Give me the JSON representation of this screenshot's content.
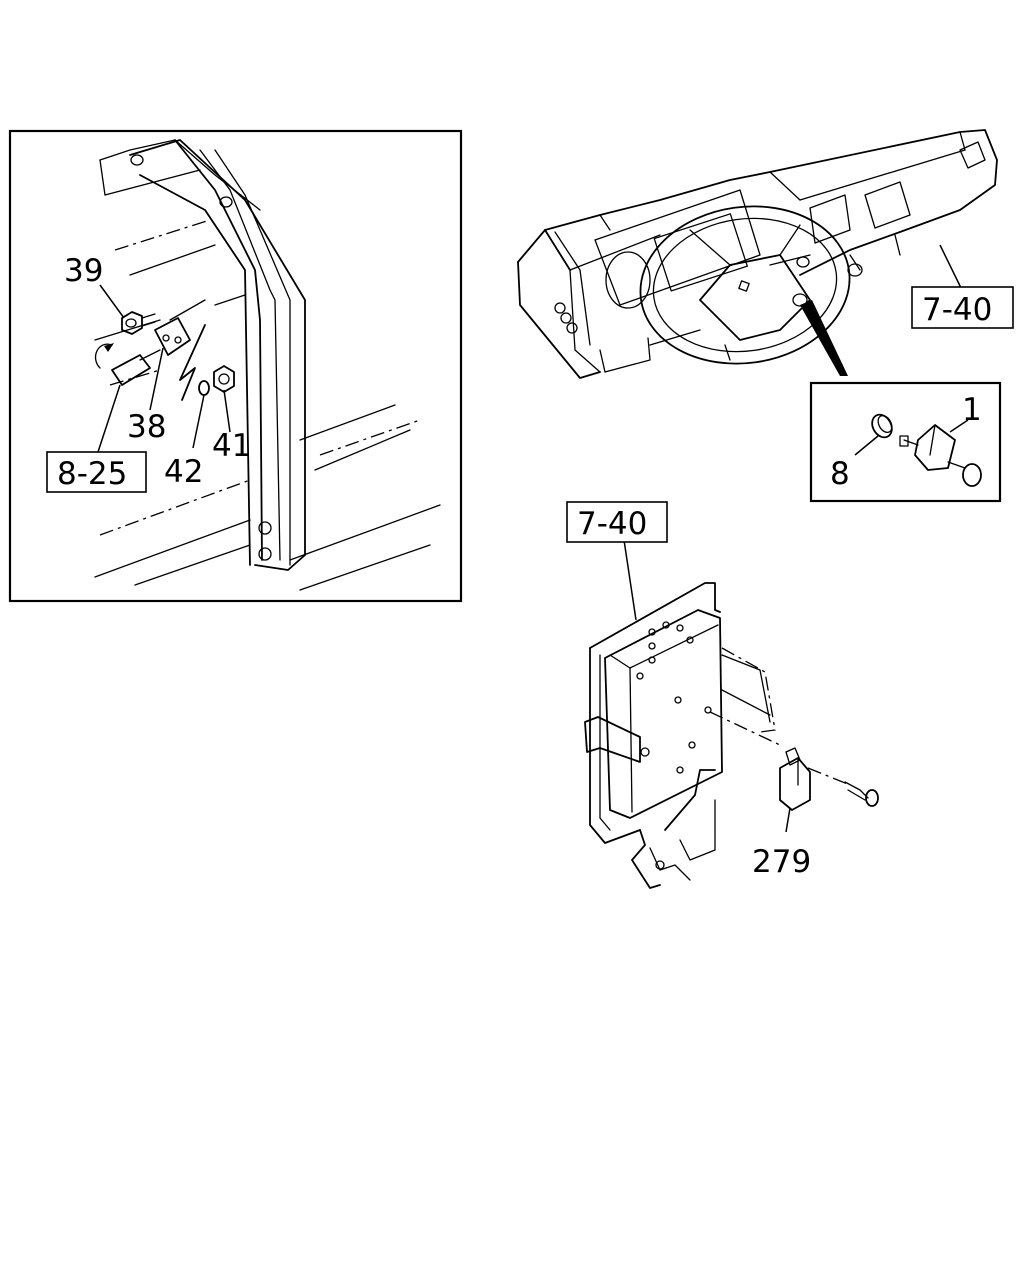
{
  "callouts": {
    "c39": "39",
    "c38": "38",
    "c42": "42",
    "c41": "41",
    "c1": "1",
    "c8": "8",
    "c279": "279"
  },
  "refs": {
    "detail_left": "8-25",
    "dashboard": "7-40",
    "bracket": "7-40"
  }
}
